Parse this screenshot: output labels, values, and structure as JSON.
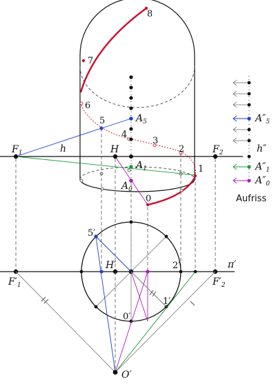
{
  "colors": {
    "ink": "#111111",
    "helix": "#c8102e",
    "blue": "#1f3fd6",
    "green": "#1a9b3c",
    "magenta": "#b01cb5",
    "dash": "#444444",
    "gray": "#666666"
  },
  "labels": {
    "F1": "F",
    "F1_sub": "1",
    "F2": "F",
    "F2_sub": "2",
    "h": "h",
    "H": "H",
    "A5": "A",
    "A5_sub": "5",
    "A1": "A",
    "A1_sub": "1",
    "A0": "A",
    "A0_sub": "0",
    "h2": "h″",
    "A5pp": "A″",
    "A5pp_sub": "5",
    "A1pp": "A″",
    "A1pp_sub": "1",
    "A0pp": "A″",
    "A0pp_sub": "0",
    "aufriss": "Aufriss",
    "p5": "5",
    "p4": "4",
    "p3": "3",
    "p2": "2",
    "p1": "1",
    "p0": "0",
    "p6": "6",
    "p7": "7",
    "p8": "8",
    "F1p": "F′",
    "F1p_sub": "1",
    "F2p": "F′",
    "F2p_sub": "2",
    "Hp": "H′",
    "p5p": "5′",
    "p2p": "2′",
    "p1p": "1′",
    "p0p": "0′",
    "Op": "O′",
    "pi": "π′",
    "parallel_mark": "//"
  }
}
